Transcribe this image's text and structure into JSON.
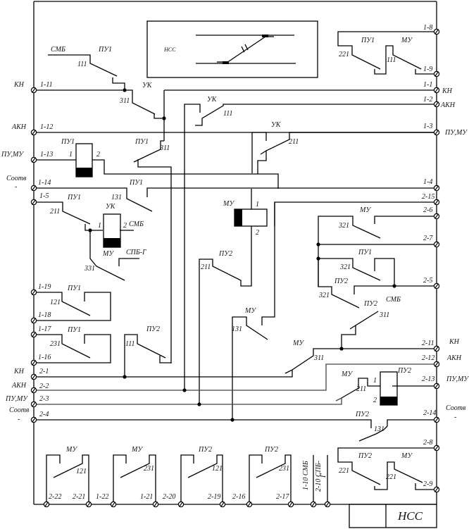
{
  "diagram": {
    "title": "НСС",
    "inset_label": "НСС",
    "left_terminals": [
      {
        "id": "1-11",
        "signal": "КН"
      },
      {
        "id": "1-12",
        "signal": "АКН"
      },
      {
        "id": "1-13",
        "signal": "ПУ,МУ"
      },
      {
        "id": "1-14",
        "signal": "Соотв."
      },
      {
        "id": "1-5",
        "signal": ""
      },
      {
        "id": "1-19",
        "signal": ""
      },
      {
        "id": "1-18",
        "signal": ""
      },
      {
        "id": "1-17",
        "signal": ""
      },
      {
        "id": "1-16",
        "signal": ""
      },
      {
        "id": "2-1",
        "signal": "КН"
      },
      {
        "id": "2-2",
        "signal": "АКН"
      },
      {
        "id": "2-3",
        "signal": "ПУ,МУ"
      },
      {
        "id": "2-4",
        "signal": "Соотв."
      }
    ],
    "right_terminals": [
      {
        "id": "1-8",
        "signal": ""
      },
      {
        "id": "1-9",
        "signal": ""
      },
      {
        "id": "1-1",
        "signal": "КН"
      },
      {
        "id": "1-2",
        "signal": "АКН"
      },
      {
        "id": "1-3",
        "signal": "ПУ,МУ"
      },
      {
        "id": "1-4",
        "signal": ""
      },
      {
        "id": "2-15",
        "signal": ""
      },
      {
        "id": "2-6",
        "signal": ""
      },
      {
        "id": "2-7",
        "signal": ""
      },
      {
        "id": "2-5",
        "signal": ""
      },
      {
        "id": "2-11",
        "signal": "КН"
      },
      {
        "id": "2-12",
        "signal": "АКН"
      },
      {
        "id": "2-13",
        "signal": "ПУ,МУ"
      },
      {
        "id": "2-14",
        "signal": "Соотв."
      },
      {
        "id": "2-8",
        "signal": ""
      },
      {
        "id": "2-9",
        "signal": ""
      }
    ],
    "bottom_terminals": [
      "2-22",
      "2-21",
      "1-22",
      "1-21",
      "2-20",
      "2-19",
      "2-16",
      "2-17",
      "1-10 СМБ",
      "2-10 СПБ-Г"
    ],
    "contacts": [
      {
        "device": "ПУ1",
        "num": "111",
        "extra": "СМБ"
      },
      {
        "device": "УК",
        "num": "311"
      },
      {
        "device": "УК",
        "num": "111"
      },
      {
        "device": "УК",
        "num": "211"
      },
      {
        "device": "ПУ1",
        "num": "311"
      },
      {
        "device": "ПУ1",
        "num": "131"
      },
      {
        "device": "ПУ1",
        "num": "211"
      },
      {
        "device": "МУ",
        "num": "331",
        "extra": "СПБ-Г"
      },
      {
        "device": "ПУ1",
        "num": "121"
      },
      {
        "device": "ПУ1",
        "num": "231"
      },
      {
        "device": "ПУ2",
        "num": "111"
      },
      {
        "device": "ПУ2",
        "num": "211"
      },
      {
        "device": "МУ",
        "num": "131"
      },
      {
        "device": "МУ",
        "num": "311"
      },
      {
        "device": "МУ",
        "num": "321"
      },
      {
        "device": "ПУ1",
        "num": "321"
      },
      {
        "device": "ПУ2",
        "num": "321"
      },
      {
        "device": "ПУ2",
        "num": "311",
        "extra": "СМБ"
      },
      {
        "device": "МУ",
        "num": "211"
      },
      {
        "device": "ПУ2",
        "num": "131"
      },
      {
        "device": "ПУ1",
        "num": "221"
      },
      {
        "device": "МУ",
        "num": "111"
      },
      {
        "device": "ПУ2",
        "num": "221"
      },
      {
        "device": "МУ",
        "num": "221"
      },
      {
        "device": "МУ",
        "num": "121"
      },
      {
        "device": "МУ",
        "num": "231"
      },
      {
        "device": "ПУ2",
        "num": "121"
      },
      {
        "device": "ПУ2",
        "num": "231"
      }
    ],
    "relays": [
      {
        "name": "ПУ1",
        "pin1": "1",
        "pin2": "2"
      },
      {
        "name": "УК",
        "pin1": "1",
        "pin2": "2",
        "extra": "СМБ"
      },
      {
        "name": "МУ",
        "pin1": "1",
        "pin2": "2"
      },
      {
        "name": "ПУ2",
        "pin1": "1",
        "pin2": "2"
      }
    ],
    "labels": {
      "smb": "СМБ",
      "spbg": "СПБ-Г",
      "pu1": "ПУ1",
      "pu2": "ПУ2",
      "mu": "МУ",
      "uk": "УК",
      "kn": "КН",
      "akn": "АКН",
      "pumu": "ПУ,МУ",
      "sootv": "Соотв",
      "dash": "-",
      "n1": "1",
      "n2": "2",
      "c111": "111",
      "c311": "311",
      "c211": "211",
      "c131": "131",
      "c331": "331",
      "c121": "121",
      "c231": "231",
      "c321": "321",
      "c221": "221"
    }
  }
}
